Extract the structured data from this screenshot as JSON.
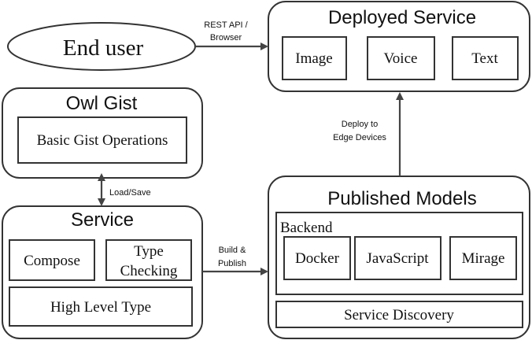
{
  "end_user": {
    "label": "End user"
  },
  "deployed_service": {
    "title": "Deployed Service",
    "items": [
      "Image",
      "Voice",
      "Text"
    ]
  },
  "owl_gist": {
    "title": "Owl Gist",
    "operations": "Basic Gist Operations"
  },
  "service": {
    "title": "Service",
    "compose": "Compose",
    "type_checking": [
      "Type",
      "Checking"
    ],
    "high_level_type": "High Level Type"
  },
  "published_models": {
    "title": "Published Models",
    "backend_label": "Backend",
    "backends": [
      "Docker",
      "JavaScript",
      "Mirage"
    ],
    "service_discovery": "Service Discovery"
  },
  "edges": {
    "rest_api": [
      "REST API /",
      "Browser"
    ],
    "deploy": [
      "Deploy to",
      "Edge Devices"
    ],
    "load_save": "Load/Save",
    "build_publish": [
      "Build &",
      "Publish"
    ]
  }
}
